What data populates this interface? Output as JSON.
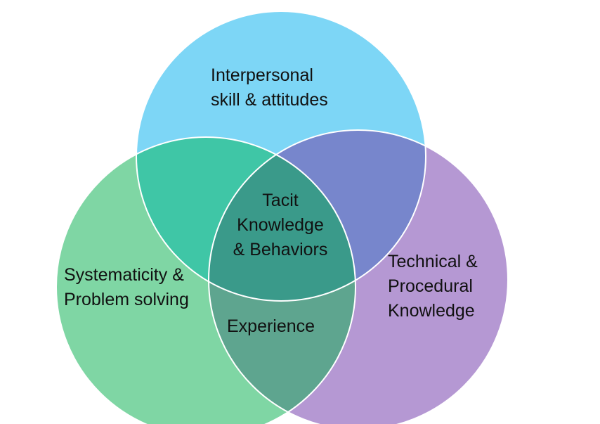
{
  "colors": {
    "circle_top": "#7dd6f6",
    "circle_left": "#7fd6a4",
    "circle_right": "#b598d3",
    "overlap_top_left": "#3fc6a6",
    "overlap_top_right": "#7786cc",
    "overlap_left_right": "#5ea58f",
    "overlap_center": "#3a9a8a",
    "outline": "#ffffff"
  },
  "circles": {
    "top": {
      "label_lines": [
        "Interpersonal",
        "skill & attitudes"
      ]
    },
    "left": {
      "label_lines": [
        "Systematicity &",
        "Problem solving"
      ]
    },
    "right": {
      "label_lines": [
        "Technical &",
        "Procedural",
        "Knowledge"
      ]
    }
  },
  "overlaps": {
    "center": {
      "label_lines": [
        "Tacit",
        "Knowledge",
        "& Behaviors"
      ]
    },
    "left_right": {
      "label_lines": [
        "Experience"
      ]
    }
  }
}
